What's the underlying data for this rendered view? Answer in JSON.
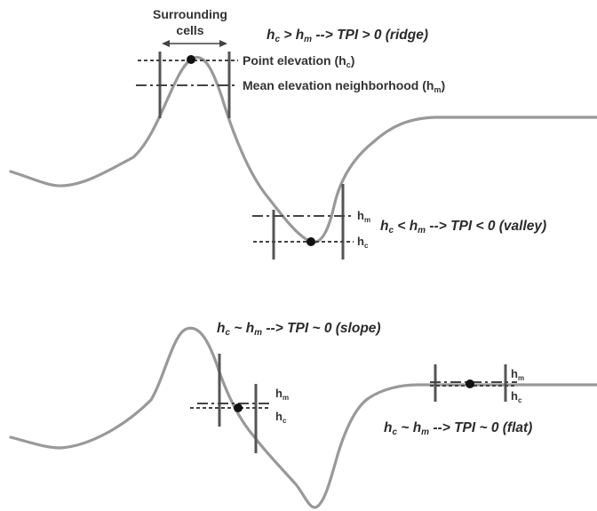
{
  "ridge": {
    "surrounding_line1": "Surrounding",
    "surrounding_line2": "cells",
    "point_elev_prefix": "Point elevation (h",
    "point_elev_sub": "c",
    "point_elev_suffix": ")",
    "mean_elev_prefix": "Mean elevation neighborhood (h",
    "mean_elev_sub": "m",
    "mean_elev_suffix": ")",
    "eq": {
      "a": "h",
      "a_sub": "c",
      "op": " > h",
      "b_sub": "m",
      "rest": " --> TPI > 0 (ridge)"
    }
  },
  "valley": {
    "hm": "h",
    "hm_sub": "m",
    "hc": "h",
    "hc_sub": "c",
    "eq": {
      "a": "h",
      "a_sub": "c",
      "op": " < h",
      "b_sub": "m",
      "rest": " --> TPI < 0 (valley)"
    }
  },
  "slope": {
    "hm": "h",
    "hm_sub": "m",
    "hc": "h",
    "hc_sub": "c",
    "eq": {
      "a": "h",
      "a_sub": "c",
      "op": " ~ h",
      "b_sub": "m",
      "rest": " --> TPI ~ 0 (slope)"
    }
  },
  "flat": {
    "hm": "h",
    "hm_sub": "m",
    "hc": "h",
    "hc_sub": "c",
    "eq": {
      "a": "h",
      "a_sub": "c",
      "op": " ~ h",
      "b_sub": "m",
      "rest": " --> TPI ~ 0 (flat)"
    }
  },
  "colors": {
    "terrain": "#999999",
    "bars": "#555555",
    "lines": "#444444",
    "points": "#111111"
  }
}
